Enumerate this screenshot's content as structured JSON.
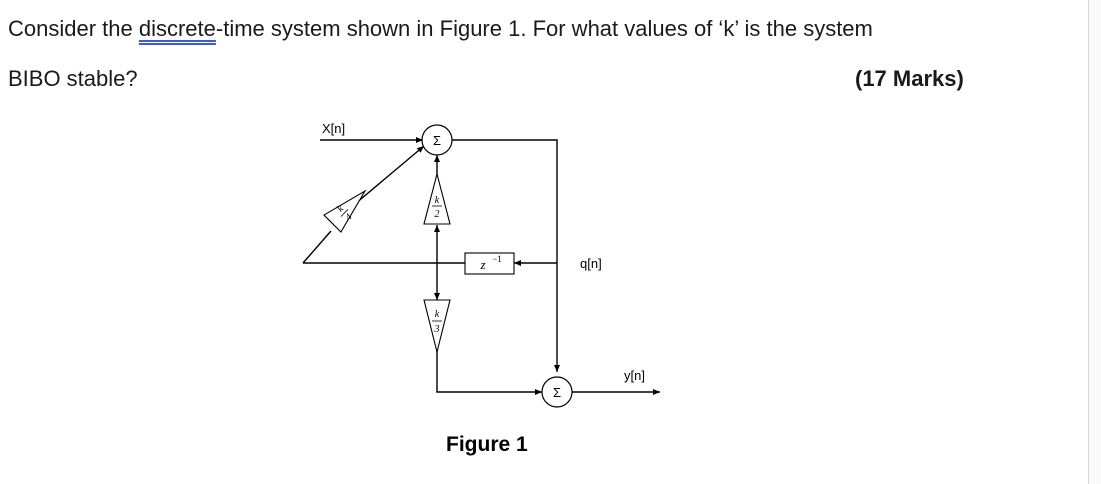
{
  "question": {
    "line1_before": "Consider the ",
    "line1_misspelled_word": "discrete",
    "line1_after": "-time system shown in Figure 1. For what values of ‘k’ is the system",
    "line2": "BIBO stable?",
    "marks": "(17 Marks)"
  },
  "figure": {
    "input_label": "X[n]",
    "state_label": "q[n]",
    "output_label": "y[n]",
    "sum_symbol": "Σ",
    "delay_label": "z",
    "delay_exponent": "−1",
    "gain_top": {
      "num": "k",
      "den": "2"
    },
    "gain_bottom": {
      "num": "k",
      "den": "3"
    },
    "gain_feedback": {
      "num": "k",
      "den": "4"
    },
    "caption": "Figure 1"
  }
}
